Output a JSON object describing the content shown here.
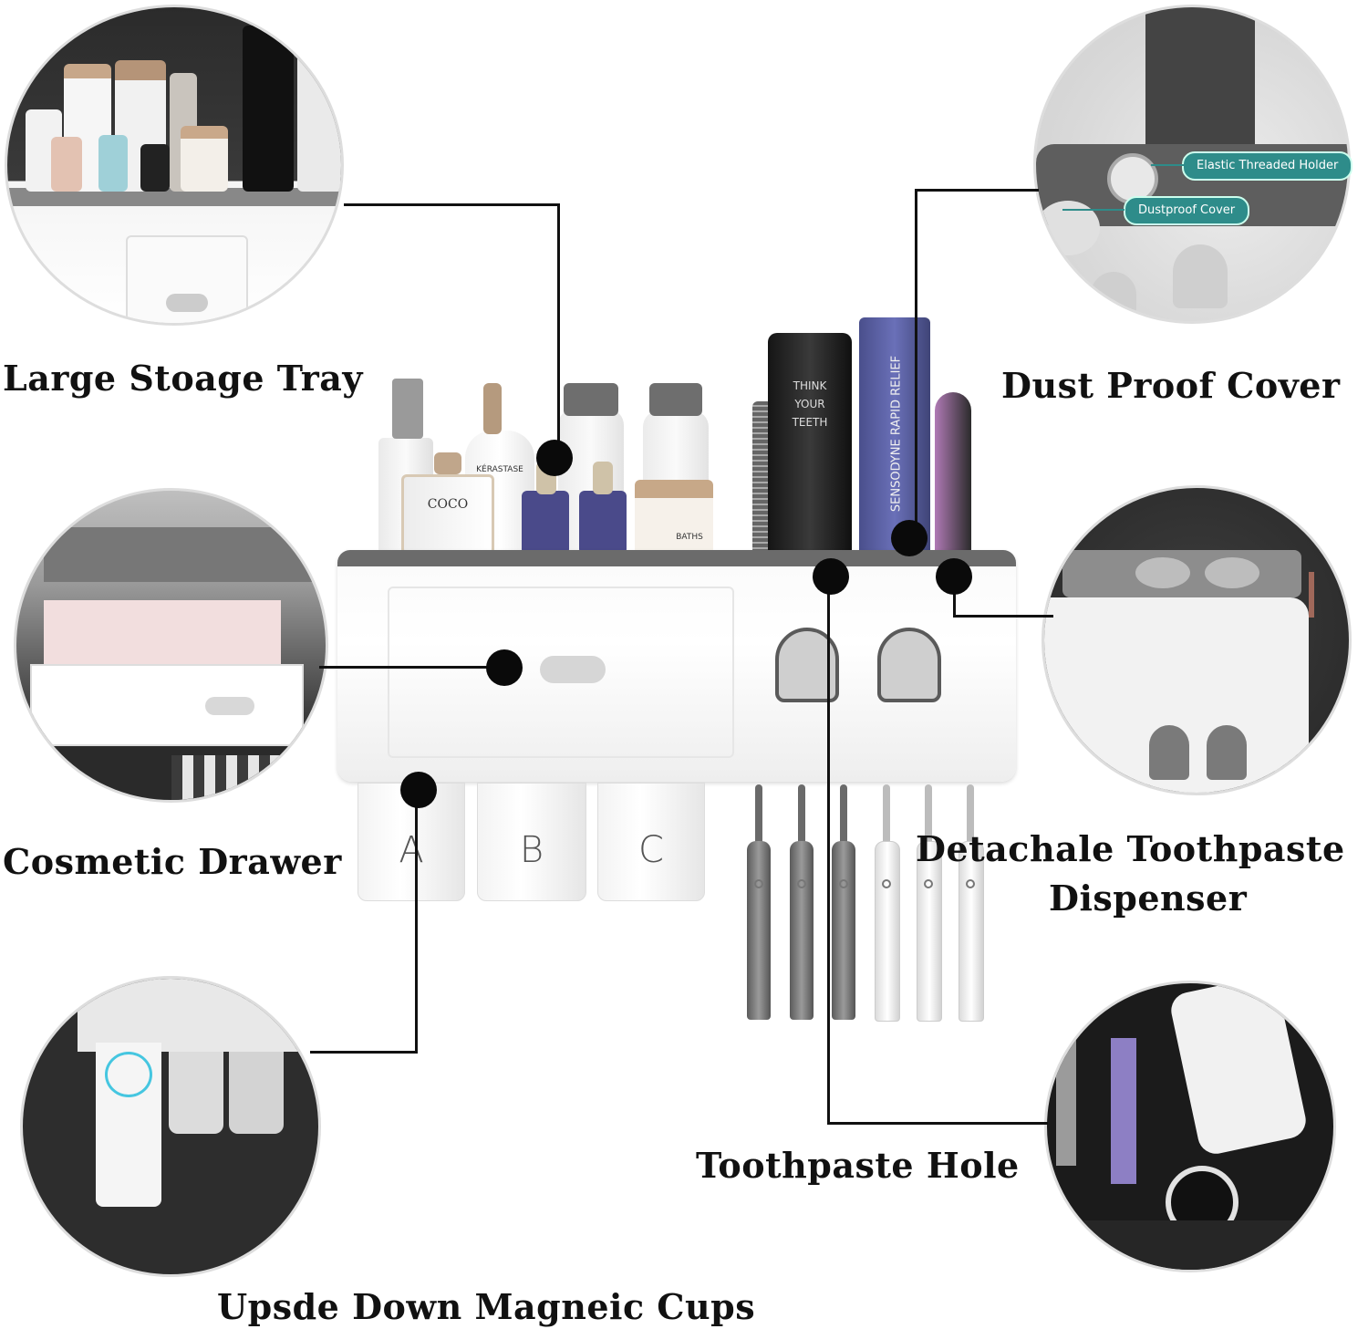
{
  "labels": {
    "storage_tray": "Large Stoage Tray",
    "dust_proof_cover": "Dust Proof Cover",
    "cosmetic_drawer": "Cosmetic Drawer",
    "dispenser_line1": "Detachale Toothpaste",
    "dispenser_line2": "Dispenser",
    "toothpaste_hole": "Toothpaste Hole",
    "magnetic_cups": "Upsde Down Magneic Cups"
  },
  "callouts": {
    "elastic_holder": "Elastic Threaded Holder",
    "dustproof_cover": "Dustproof Cover"
  },
  "products": {
    "tube1_line1": "THINK",
    "tube1_line2": "YOUR",
    "tube1_line3": "TEETH",
    "tube2": "SENSODYNE RAPID RELIEF",
    "coco": "COCO",
    "kerastase": "KÉRASTASE",
    "bath": "BATHS"
  },
  "cups": [
    "A",
    "B",
    "C"
  ],
  "colors": {
    "accent": "#2e8c8a",
    "dark": "#111111",
    "gray": "#6b6b6b"
  }
}
